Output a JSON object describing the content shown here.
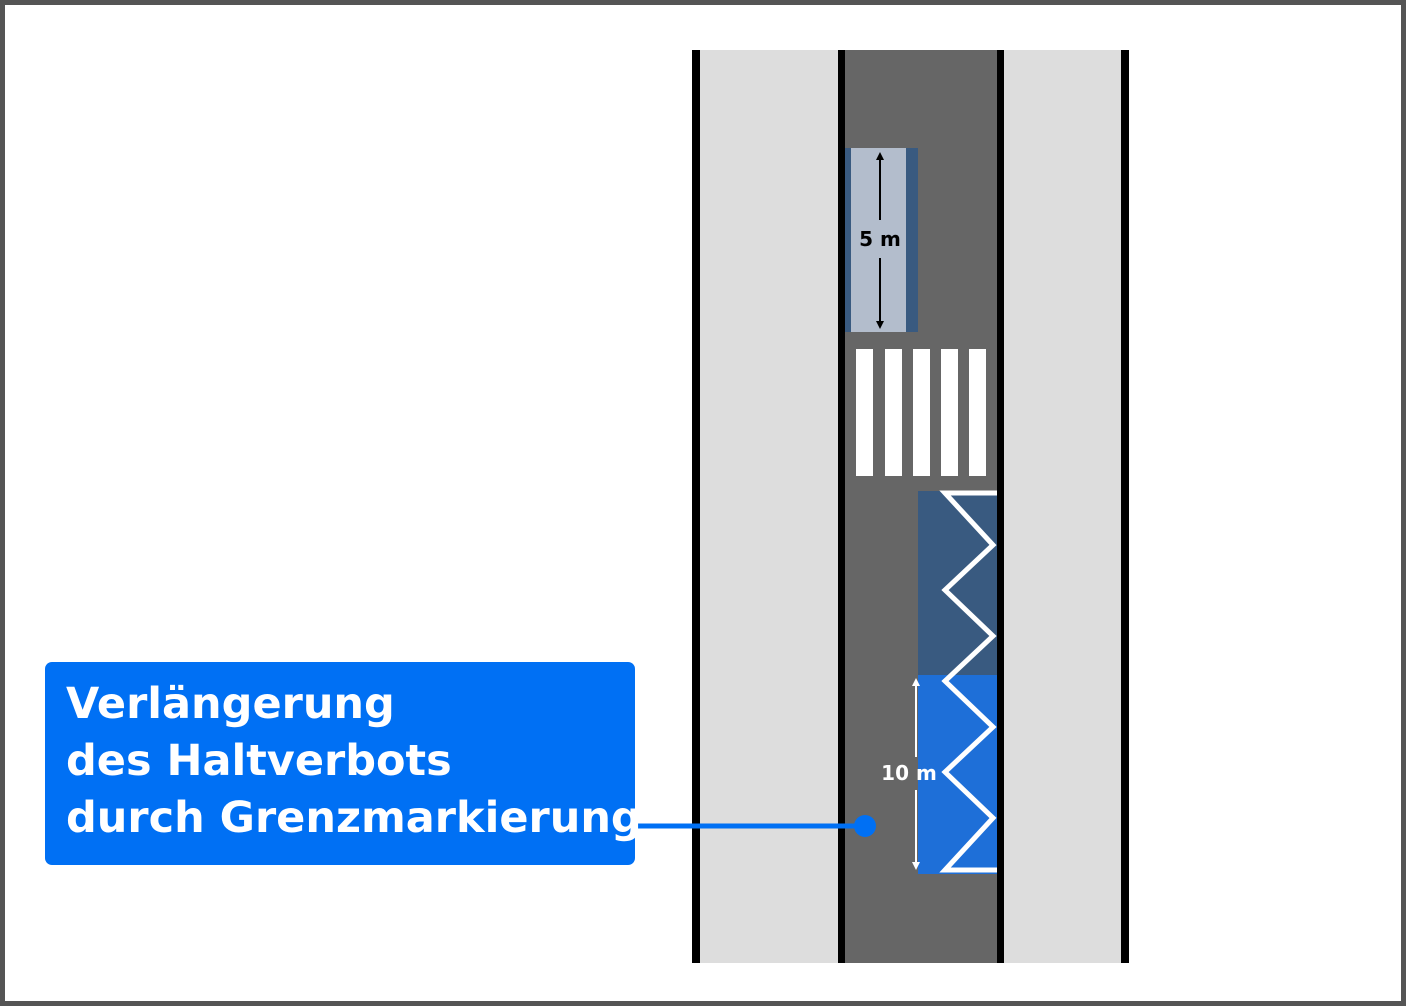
{
  "colors": {
    "sidewalk": "#dddddd",
    "road": "#666666",
    "curb": "#000000",
    "parking_marking": "#395a80",
    "parking_bay_light": "#b3bdcc",
    "extension_marking": "#1e6fd8",
    "callout": "#0070f4"
  },
  "labels": {
    "parking_length": "5 m",
    "extension_length": "10 m"
  },
  "callout": {
    "line1": "Verlängerung",
    "line2": "des Haltverbots",
    "line3": "durch Grenzmarkierung"
  }
}
